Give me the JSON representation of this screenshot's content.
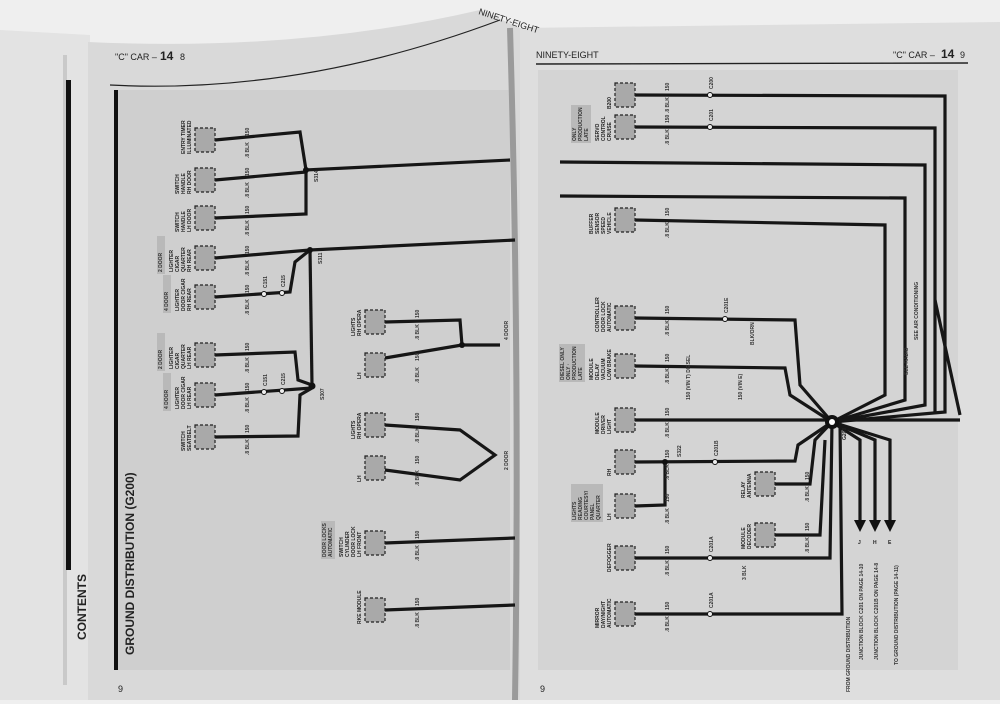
{
  "left_page": {
    "header_prefix": "\"C\" CAR –",
    "header_section": "14",
    "header_page": "8",
    "title": "GROUND DISTRIBUTION (G200)",
    "side_tab": "CONTENTS",
    "page_mark": "9",
    "running_head_fragment": "NINETY-EIGHT",
    "components": [
      {
        "label": "ILLUMINATED ENTRY TIMER",
        "note": ""
      },
      {
        "label": "RH DOOR HANDLE SWITCH",
        "note": ""
      },
      {
        "label": "LH DOOR HANDLE SWITCH",
        "note": ""
      },
      {
        "label": "RH REAR QUARTER CIGAR LIGHTER",
        "note": "2 DOOR"
      },
      {
        "label": "RH REAR DOOR CIGAR LIGHTER",
        "note": "4 DOOR"
      },
      {
        "label": "LH REAR QUARTER CIGAR LIGHTER",
        "note": "2 DOOR"
      },
      {
        "label": "LH REAR DOOR CIGAR LIGHTER",
        "note": "4 DOOR"
      },
      {
        "label": "SEATBELT SWITCH",
        "note": ""
      },
      {
        "label": "RH OPERA LIGHTS",
        "note": ""
      },
      {
        "label": "LH",
        "note": ""
      },
      {
        "label": "RH OPERA LIGHTS",
        "note": ""
      },
      {
        "label": "LH",
        "note": ""
      },
      {
        "label": "LH FRONT DOOR LOCK CYLINDER SWITCH",
        "note": "AUTOMATIC DOOR LOCKS"
      },
      {
        "label": "RKE MODULE",
        "note": ""
      }
    ],
    "splices": [
      "S314",
      "S311",
      "S307"
    ],
    "connectors": [
      "C151",
      "C215",
      "C151",
      "C215"
    ],
    "door_notes": [
      "4 DOOR",
      "2 DOOR"
    ],
    "circuit": "150",
    "wire_color": ".8 BLK"
  },
  "right_page": {
    "running_head": "NINETY-EIGHT",
    "header_prefix": "\"C\" CAR –",
    "header_section": "14",
    "header_page": "9",
    "page_mark": "9",
    "components": [
      {
        "label": "B200",
        "note": ""
      },
      {
        "label": "CRUISE CONTROL SERVO",
        "note": "LATE PRODUCTION ONLY"
      },
      {
        "label": "VEHICLE SPEED SENSOR BUFFER",
        "note": ""
      },
      {
        "label": "AUTOMATIC DOOR LOCK CONTROLLER",
        "note": ""
      },
      {
        "label": "LOW BRAKE VACUUM DELAY MODULE",
        "note": "LATE PRODUCTION ONLY · DIESEL ONLY"
      },
      {
        "label": "LIGHT DRIVER MODULE",
        "note": ""
      },
      {
        "label": "RH",
        "note": ""
      },
      {
        "label": "LH",
        "note": "QUARTER PANEL COURTESY/READING LIGHTS"
      },
      {
        "label": "DEFOGGER",
        "note": ""
      },
      {
        "label": "AUTOMATIC DAY/NIGHT MIRROR",
        "note": ""
      },
      {
        "label": "ANTENNA RELAY",
        "note": ""
      },
      {
        "label": "DECODER MODULE",
        "note": ""
      }
    ],
    "ground": "G200",
    "side_notes": [
      "SEE AIR CONDITIONING",
      "SEE RADIO"
    ],
    "connectors": [
      "C200",
      "C201",
      "C201E",
      "C201B",
      "C201A",
      "C201A",
      "S322"
    ],
    "wire_notes": [
      "150 (VIN T) DIESEL",
      "150 (VIN E)",
      "BLK/ORN"
    ],
    "junctions": [
      {
        "letter": "J",
        "text": "JUNCTION BLOCK C201 ON PAGE 14-10"
      },
      {
        "letter": "H",
        "text": "JUNCTION BLOCK C201B ON PAGE 14-8"
      },
      {
        "letter": "E",
        "text": "TO GROUND DISTRIBUTION (PAGE 14-11)"
      }
    ],
    "from_note": "FROM GROUND DISTRIBUTION",
    "circuit": "150",
    "wire_color": ".8 BLK",
    "wire_color_alt": "3 BLK"
  }
}
